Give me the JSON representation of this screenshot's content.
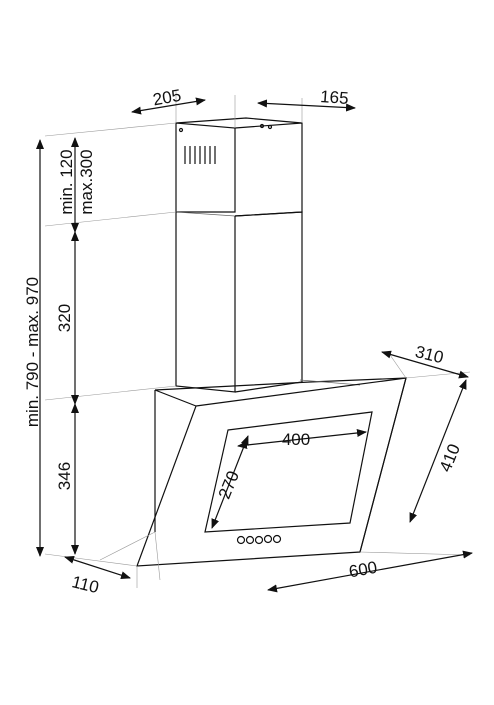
{
  "diagram": {
    "dimensions": {
      "chimney_depth": "205",
      "chimney_width": "165",
      "chimney_extension": [
        "min. 120",
        "max.300"
      ],
      "total_height": "min. 790 - max. 970",
      "chimney_height": "320",
      "glass_height": "346",
      "bottom_depth": "110",
      "top_depth": "310",
      "glass_diagonal": "410",
      "width": "600",
      "filter_width": "400",
      "filter_height": "270"
    },
    "colors": {
      "line": "#111111",
      "extension_line": "#999999",
      "background": "#ffffff"
    }
  }
}
